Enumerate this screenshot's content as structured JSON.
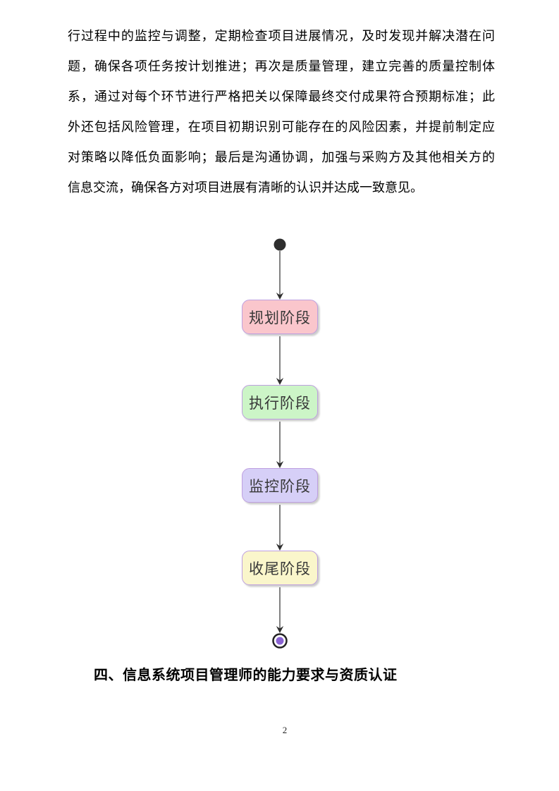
{
  "document": {
    "body_lines": [
      "行过程中的监控与调整，定期检查项目进展情况，及时发现并解决潜在问",
      "题，确保各项任务按计划推进；再次是质量管理，建立完善的质量控制体",
      "系，通过对每个环节进行严格把关以保障最终交付成果符合预期标准；此",
      "外还包括风险管理，在项目初期识别可能存在的风险因素，并提前制定应",
      "对策略以降低负面影响；最后是沟通协调，加强与采购方及其他相关方的",
      "信息交流，确保各方对项目进展有清晰的认识并达成一致意见。"
    ],
    "section_heading": "四、信息系统项目管理师的能力要求与资质认证",
    "page_number": "2"
  },
  "diagram": {
    "type": "activity-flowchart",
    "direction": "top-to-bottom",
    "start_node": {
      "shape": "filled-circle",
      "color": "#2e2e2e"
    },
    "nodes": [
      {
        "label": "规划阶段",
        "fill": "#fac6cc"
      },
      {
        "label": "执行阶段",
        "fill": "#ccf5c7"
      },
      {
        "label": "监控阶段",
        "fill": "#d6cff7"
      },
      {
        "label": "收尾阶段",
        "fill": "#faf6cb"
      }
    ],
    "node_border_color": "#be9fe0",
    "connector_color": "#2e2e2e",
    "end_node": {
      "shape": "ringed-circle",
      "ring_color": "#222222",
      "inner_color": "#8a63d2"
    },
    "edges": [
      "start -> 规划阶段",
      "规划阶段 -> 执行阶段",
      "执行阶段 -> 监控阶段",
      "监控阶段 -> 收尾阶段",
      "收尾阶段 -> end"
    ]
  }
}
